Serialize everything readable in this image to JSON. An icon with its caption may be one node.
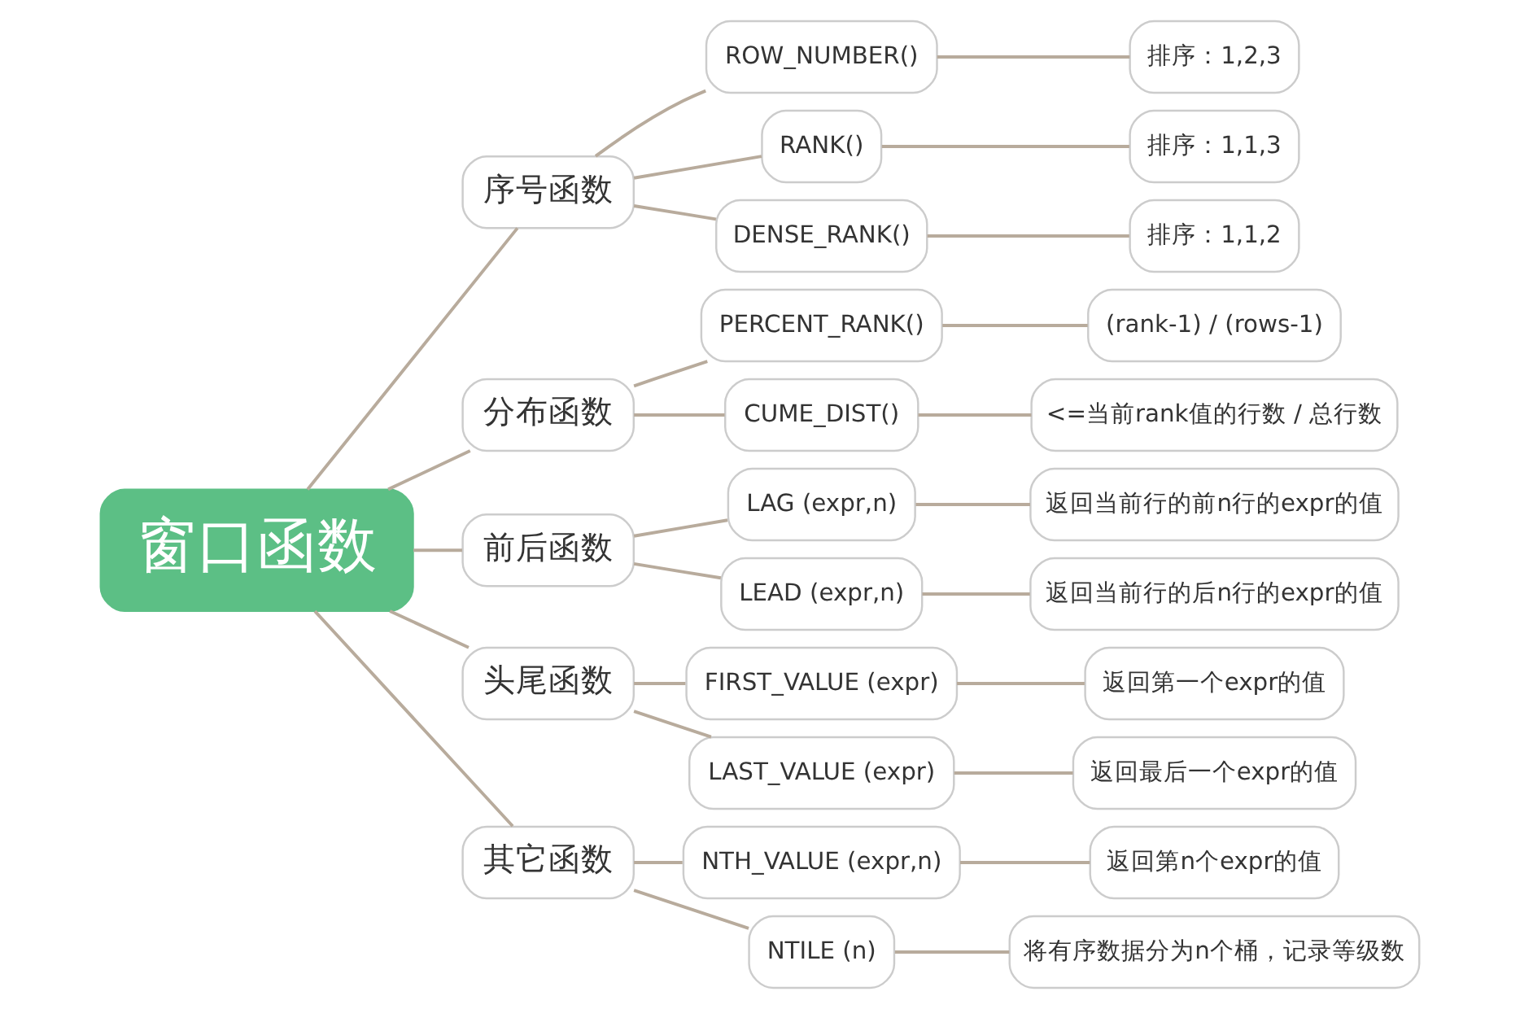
{
  "diagram": {
    "nodes": [
      {
        "text": [
          "窗口函数"
        ]
      },
      {
        "text": [
          "序号函数"
        ]
      },
      {
        "text": [
          "ROW_NUMBER()"
        ]
      },
      {
        "text": [
          "排序：1,2,3"
        ]
      },
      {
        "text": [
          "RANK()"
        ]
      },
      {
        "text": [
          "排序：1,1,3"
        ]
      },
      {
        "text": [
          "DENSE_RANK()"
        ]
      },
      {
        "text": [
          "排序：1,1,2"
        ]
      },
      {
        "text": [
          "分布函数"
        ]
      },
      {
        "text": [
          "PERCENT_RANK()"
        ]
      },
      {
        "text": [
          "(rank-1) / (rows-1)"
        ]
      },
      {
        "text": [
          "CUME_DIST()"
        ]
      },
      {
        "text": [
          "<=当前rank值的行数 / 总行数"
        ]
      },
      {
        "text": [
          "前后函数"
        ]
      },
      {
        "text": [
          "LAG (expr,n)"
        ]
      },
      {
        "text": [
          "返回当前行的前n行的expr的值"
        ]
      },
      {
        "text": [
          "LEAD (expr,n)"
        ]
      },
      {
        "text": [
          "返回当前行的后n行的expr的值"
        ]
      },
      {
        "text": [
          "头尾函数"
        ]
      },
      {
        "text": [
          "FIRST_VALUE (expr)"
        ]
      },
      {
        "text": [
          "返回第一个expr的值"
        ]
      },
      {
        "text": [
          "LAST_VALUE (expr)"
        ]
      },
      {
        "text": [
          "返回最后一个expr的值"
        ]
      },
      {
        "text": [
          "其它函数"
        ]
      },
      {
        "text": [
          "NTH_VALUE (expr,n)"
        ]
      },
      {
        "text": [
          "返回第n个expr的值"
        ]
      },
      {
        "text": [
          "NTILE (n)"
        ]
      },
      {
        "text": [
          "将有序数据分为n个桶，记录等级数"
        ]
      }
    ],
    "edges": [
      {
        "from": 0,
        "to": 1,
        "arrow": "none"
      },
      {
        "from": 1,
        "to": 2,
        "arrow": "none"
      },
      {
        "from": 2,
        "to": 3,
        "arrow": "none"
      },
      {
        "from": 1,
        "to": 4,
        "arrow": "none"
      },
      {
        "from": 4,
        "to": 5,
        "arrow": "none"
      },
      {
        "from": 1,
        "to": 6,
        "arrow": "none"
      },
      {
        "from": 6,
        "to": 7,
        "arrow": "none"
      },
      {
        "from": 0,
        "to": 8,
        "arrow": "none"
      },
      {
        "from": 8,
        "to": 9,
        "arrow": "none"
      },
      {
        "from": 9,
        "to": 10,
        "arrow": "none"
      },
      {
        "from": 8,
        "to": 11,
        "arrow": "none"
      },
      {
        "from": 11,
        "to": 12,
        "arrow": "none"
      },
      {
        "from": 0,
        "to": 13,
        "arrow": "none"
      },
      {
        "from": 13,
        "to": 14,
        "arrow": "none"
      },
      {
        "from": 14,
        "to": 15,
        "arrow": "none"
      },
      {
        "from": 13,
        "to": 16,
        "arrow": "none"
      },
      {
        "from": 16,
        "to": 17,
        "arrow": "none"
      },
      {
        "from": 0,
        "to": 18,
        "arrow": "none"
      },
      {
        "from": 18,
        "to": 19,
        "arrow": "none"
      },
      {
        "from": 19,
        "to": 20,
        "arrow": "none"
      },
      {
        "from": 18,
        "to": 21,
        "arrow": "none"
      },
      {
        "from": 21,
        "to": 22,
        "arrow": "none"
      },
      {
        "from": 0,
        "to": 23,
        "arrow": "none"
      },
      {
        "from": 23,
        "to": 24,
        "arrow": "none"
      },
      {
        "from": 24,
        "to": 25,
        "arrow": "none"
      },
      {
        "from": 23,
        "to": 26,
        "arrow": "none"
      },
      {
        "from": 26,
        "to": 27,
        "arrow": "none"
      }
    ]
  }
}
